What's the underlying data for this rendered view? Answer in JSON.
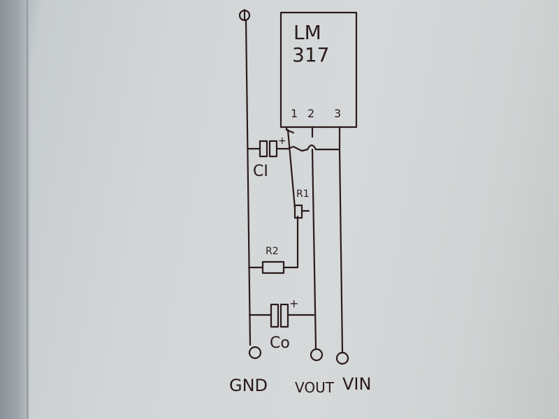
{
  "chip": {
    "name_line1": "LM",
    "name_line2": "317",
    "pins": [
      "1",
      "2",
      "3"
    ]
  },
  "components": {
    "c_in": "CI",
    "r1": "R1",
    "r2": "R2",
    "c_out": "Co"
  },
  "terminals": {
    "gnd": "GND",
    "vout": "VOUT",
    "vin": "VIN"
  }
}
